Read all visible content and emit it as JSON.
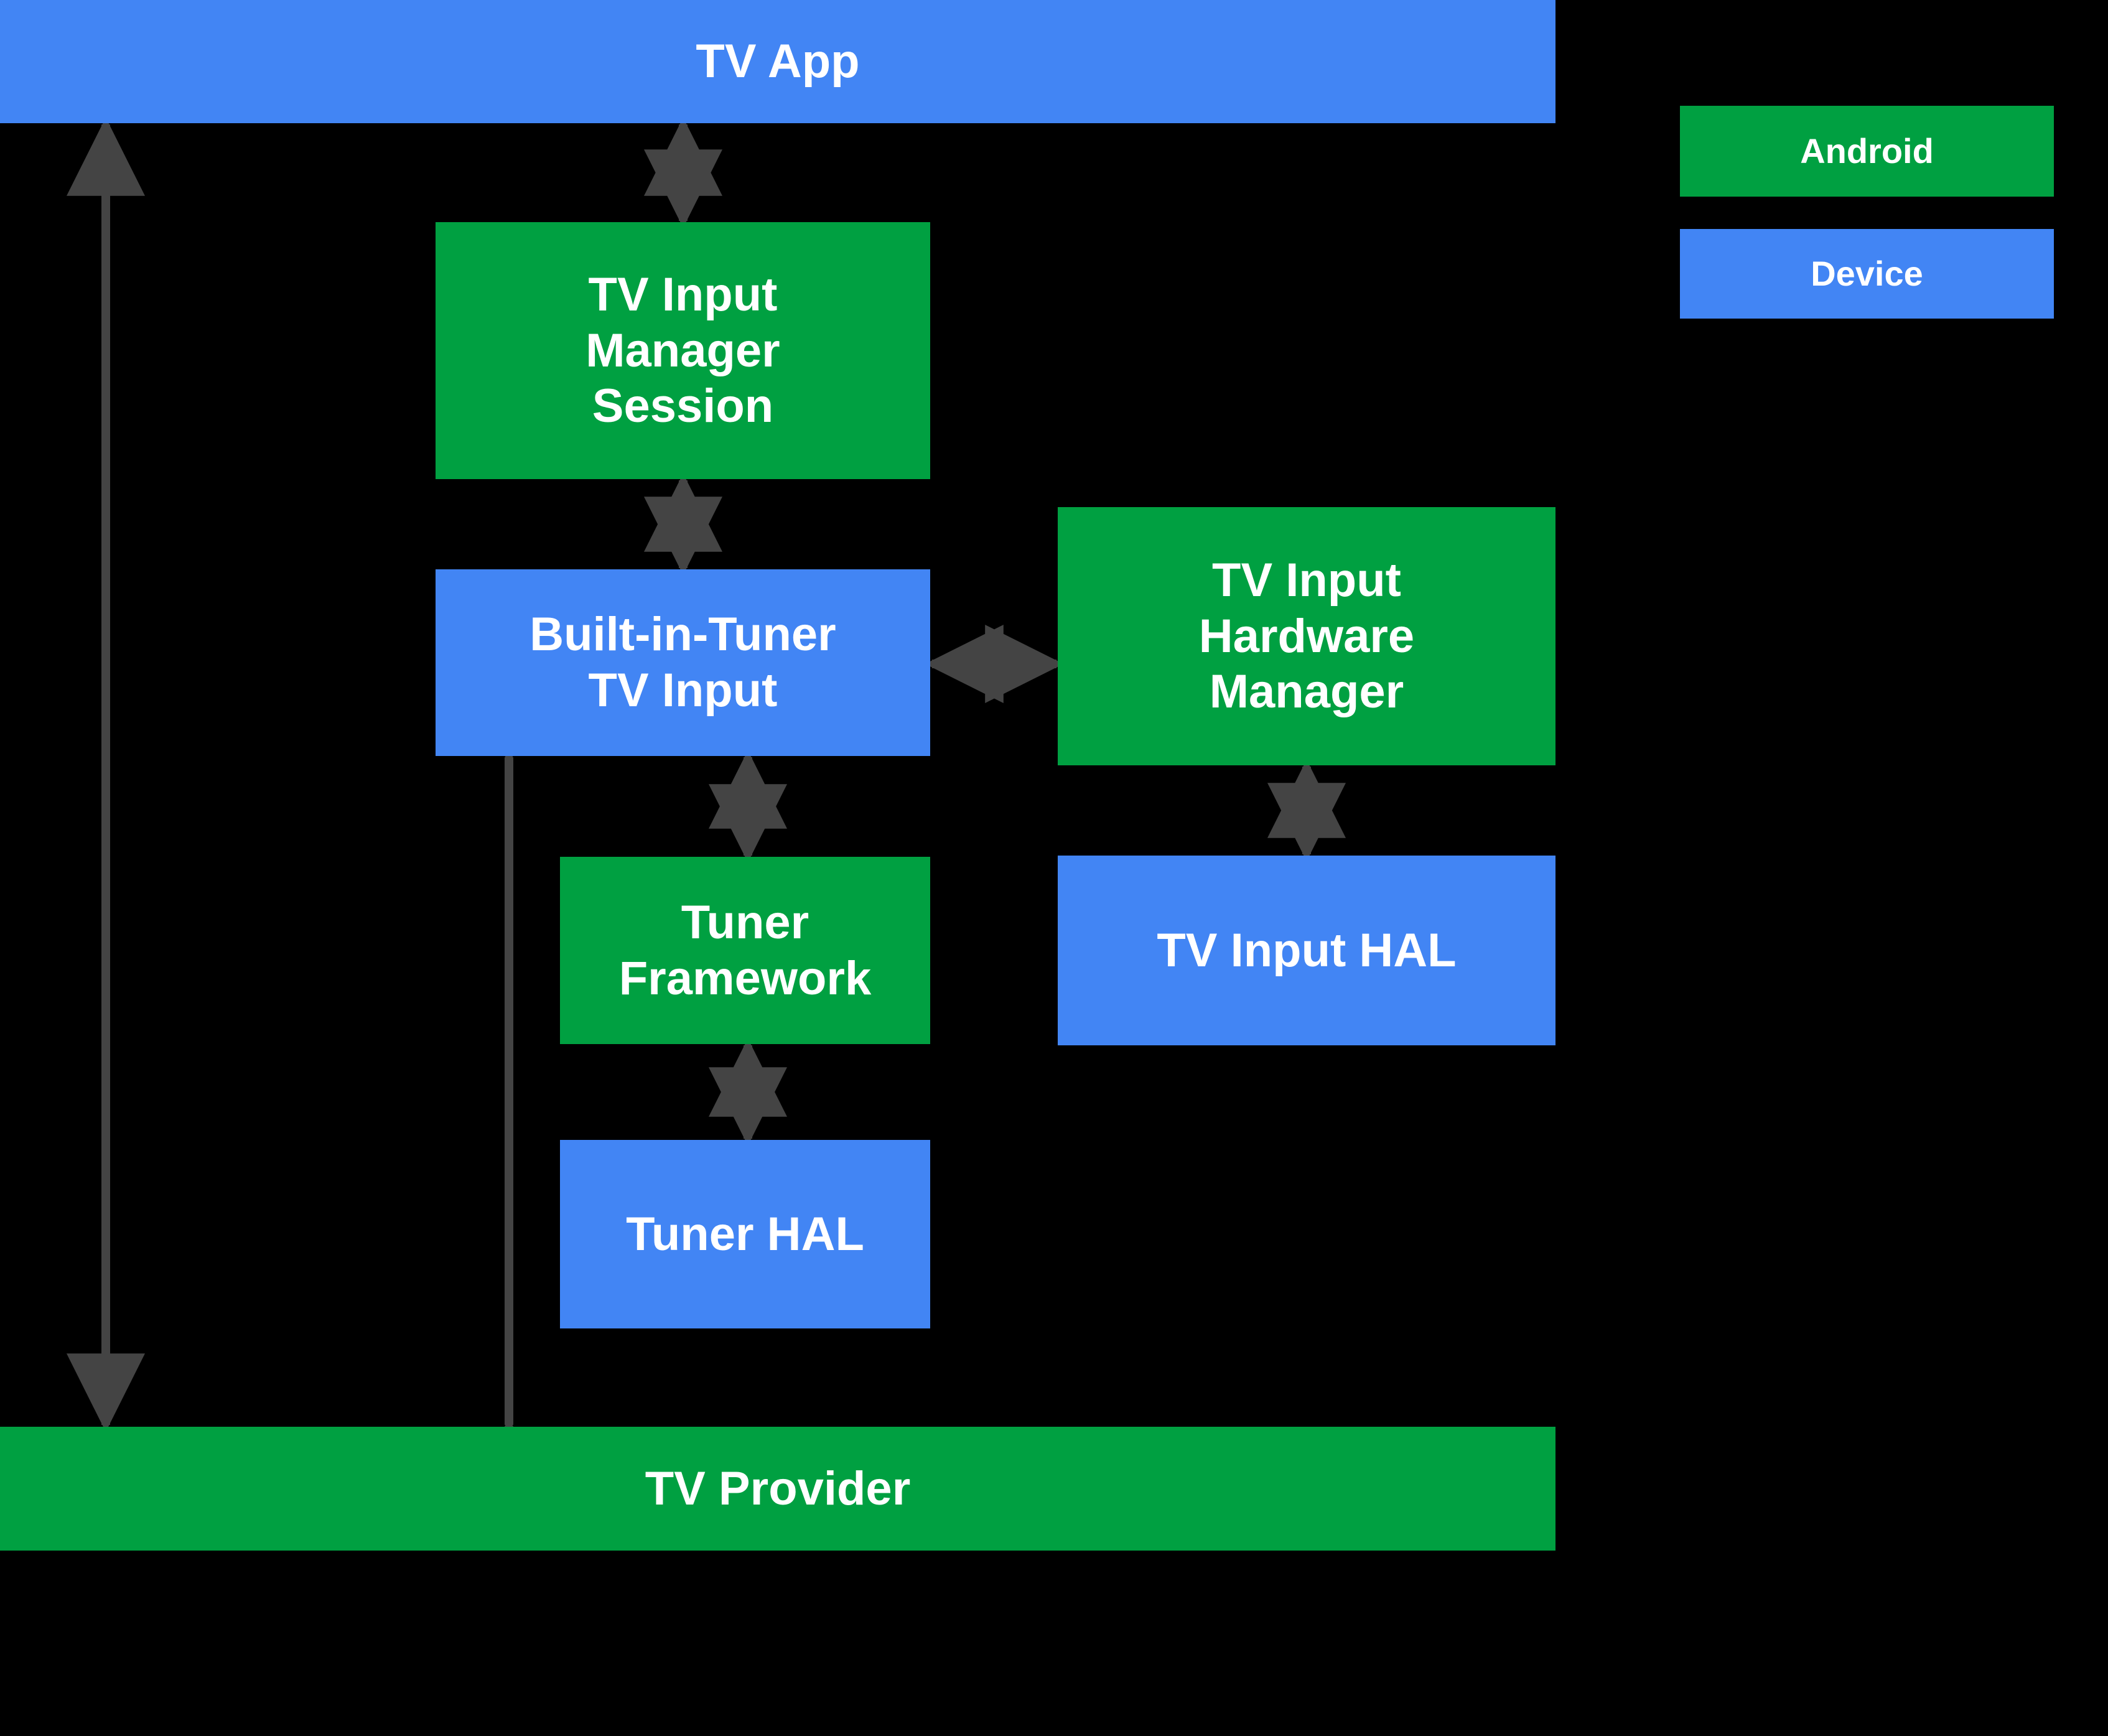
{
  "diagram": {
    "title": "Android TV Input Framework architecture",
    "background_color": "#000000",
    "android_color": "#00A041",
    "device_color": "#4285F4",
    "arrow_color": "#444444",
    "text_color": "#FFFFFF"
  },
  "blocks": {
    "tv_app": {
      "label": "TV App",
      "layer": "Device"
    },
    "tv_input_manager_session": {
      "label": "TV Input\nManager\nSession",
      "layer": "Android"
    },
    "built_in_tuner_tv_input": {
      "label": "Built-in-Tuner\nTV Input",
      "layer": "Device"
    },
    "tv_input_hardware_manager": {
      "label": "TV Input\nHardware\nManager",
      "layer": "Android"
    },
    "tuner_framework": {
      "label": "Tuner\nFramework",
      "layer": "Android"
    },
    "tv_input_hal": {
      "label": "TV Input HAL",
      "layer": "Device"
    },
    "tuner_hal": {
      "label": "Tuner HAL",
      "layer": "Device"
    },
    "tv_provider": {
      "label": "TV Provider",
      "layer": "Android"
    }
  },
  "legend": {
    "items": [
      {
        "label": "Android",
        "color": "#00A041"
      },
      {
        "label": "Device",
        "color": "#4285F4"
      }
    ]
  },
  "connections": [
    {
      "from": "tv_provider",
      "to": "tv_app",
      "direction": "both"
    },
    {
      "from": "tv_app",
      "to": "tv_input_manager_session",
      "direction": "both"
    },
    {
      "from": "tv_input_manager_session",
      "to": "built_in_tuner_tv_input",
      "direction": "both"
    },
    {
      "from": "built_in_tuner_tv_input",
      "to": "tv_input_hardware_manager",
      "direction": "both"
    },
    {
      "from": "built_in_tuner_tv_input",
      "to": "tuner_framework",
      "direction": "both"
    },
    {
      "from": "built_in_tuner_tv_input",
      "to": "tv_provider",
      "direction": "both"
    },
    {
      "from": "tuner_framework",
      "to": "tuner_hal",
      "direction": "both"
    },
    {
      "from": "tv_input_hardware_manager",
      "to": "tv_input_hal",
      "direction": "both"
    }
  ]
}
